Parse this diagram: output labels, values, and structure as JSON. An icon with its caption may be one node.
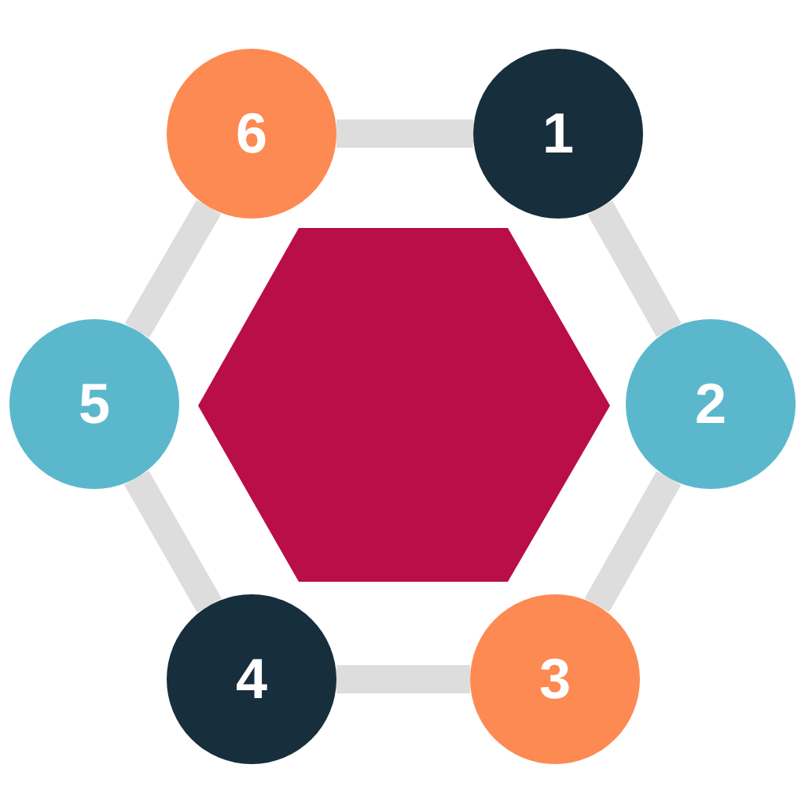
{
  "diagram": {
    "nodes": [
      {
        "text": [
          "1"
        ]
      },
      {
        "text": [
          "2"
        ]
      },
      {
        "text": [
          "3"
        ]
      },
      {
        "text": [
          "4"
        ]
      },
      {
        "text": [
          "5"
        ]
      },
      {
        "text": [
          "6"
        ]
      },
      {
        "text": [],
        "shape": "hexagon"
      }
    ],
    "edges": [
      {
        "from": 0,
        "to": 1,
        "arrow": "none"
      },
      {
        "from": 1,
        "to": 2,
        "arrow": "none"
      },
      {
        "from": 2,
        "to": 3,
        "arrow": "none"
      },
      {
        "from": 3,
        "to": 4,
        "arrow": "none"
      },
      {
        "from": 4,
        "to": 5,
        "arrow": "none"
      },
      {
        "from": 5,
        "to": 0,
        "arrow": "none"
      }
    ]
  }
}
